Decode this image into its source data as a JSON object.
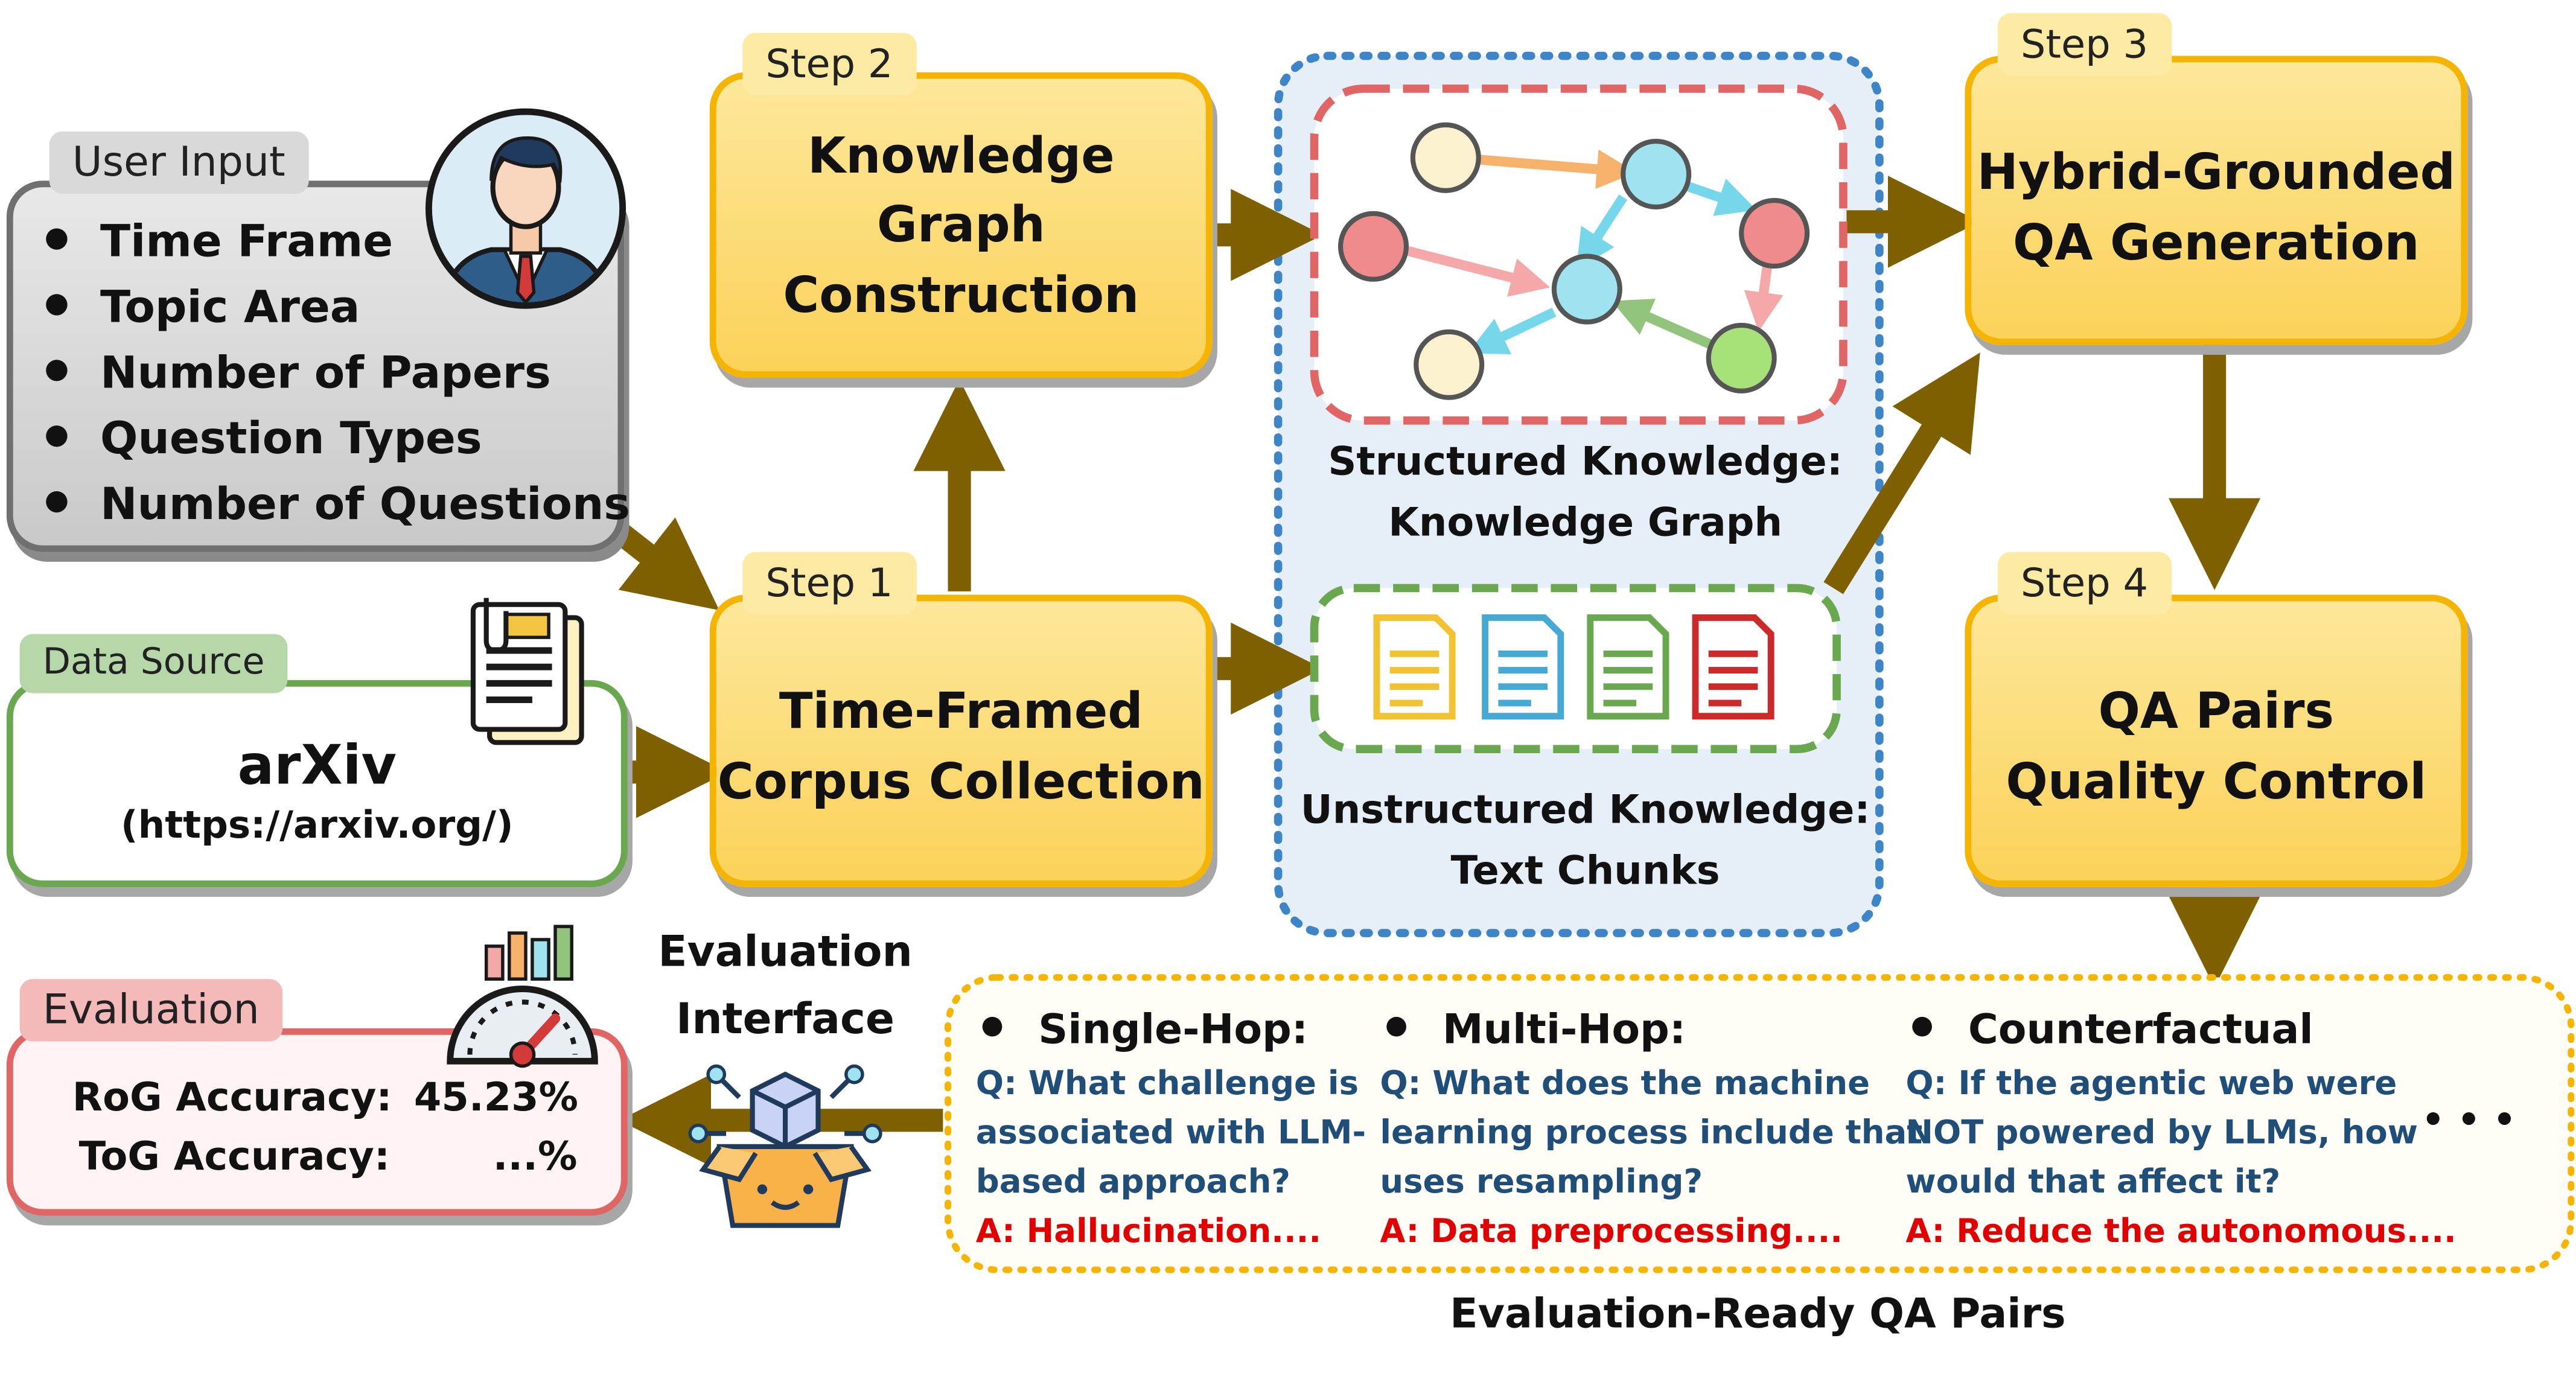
{
  "user_input": {
    "tag": "User Input",
    "items": [
      "Time Frame",
      "Topic Area",
      "Number of Papers",
      "Question Types",
      "Number of Questions"
    ]
  },
  "data_source": {
    "tag": "Data Source",
    "name": "arXiv",
    "url": "(https://arxiv.org/)"
  },
  "step1": {
    "tag": "Step 1",
    "title_line1": "Time-Framed",
    "title_line2": "Corpus Collection"
  },
  "step2": {
    "tag": "Step 2",
    "title_line1": "Knowledge",
    "title_line2": "Graph",
    "title_line3": "Construction"
  },
  "step3": {
    "tag": "Step 3",
    "title_line1": "Hybrid-Grounded",
    "title_line2": "QA Generation"
  },
  "step4": {
    "tag": "Step 4",
    "title_line1": "QA Pairs",
    "title_line2": "Quality Control"
  },
  "structured": {
    "line1": "Structured Knowledge:",
    "line2": "Knowledge Graph"
  },
  "unstructured": {
    "line1": "Unstructured Knowledge:",
    "line2": "Text Chunks"
  },
  "evaluation": {
    "tag": "Evaluation",
    "rog_label": "RoG Accuracy:",
    "rog_value": "45.23%",
    "tog_label": "ToG Accuracy:",
    "tog_value": "...%"
  },
  "interface": {
    "line1": "Evaluation",
    "line2": "Interface"
  },
  "qa_pairs": {
    "caption": "Evaluation-Ready QA Pairs",
    "ellipsis": "• • •",
    "items": [
      {
        "type": "Single-Hop:",
        "q_lines": [
          "Q: What challenge is",
          "associated with LLM-",
          "based approach?"
        ],
        "answer": "A: Hallucination...."
      },
      {
        "type": "Multi-Hop:",
        "q_lines": [
          "Q: What does the machine",
          "learning process include that",
          "uses resampling?"
        ],
        "answer": "A: Data preprocessing...."
      },
      {
        "type": "Counterfactual",
        "q_lines": [
          "Q: If the agentic web were",
          "NOT powered by LLMs, how",
          "would that affect it?"
        ],
        "answer": "A: Reduce the autonomous...."
      }
    ]
  },
  "colors": {
    "arrow": "#7f6000",
    "step_border": "#f4b400",
    "step_fill": "#fbd259",
    "kg_border": "#e06666",
    "chunks_border": "#6aa84f",
    "knowledge_panel_border": "#3d85c6",
    "question_text": "#1f4e79",
    "answer_text": "#e00000"
  }
}
